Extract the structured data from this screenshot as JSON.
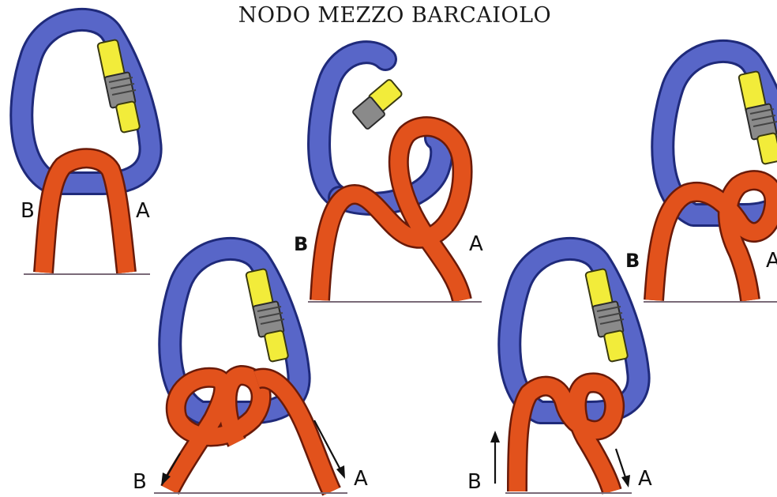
{
  "title": "NODO MEZZO BARCAIOLO",
  "steps": [
    {
      "left_label": "B",
      "right_label": "A"
    },
    {
      "left_label": "B",
      "right_label": "A"
    },
    {
      "left_label": "B",
      "right_label": "A"
    },
    {
      "left_label": "B",
      "right_label": "A"
    },
    {
      "left_label": "B",
      "right_label": "A"
    }
  ],
  "colors": {
    "carabiner": "#5866c8",
    "carabiner_outline": "#1f2a7a",
    "rope": "#e2521c",
    "rope_outline": "#6a1a08",
    "gate_sleeve": "#f2ec3a",
    "lock_barrel": "#8a8a8a"
  }
}
